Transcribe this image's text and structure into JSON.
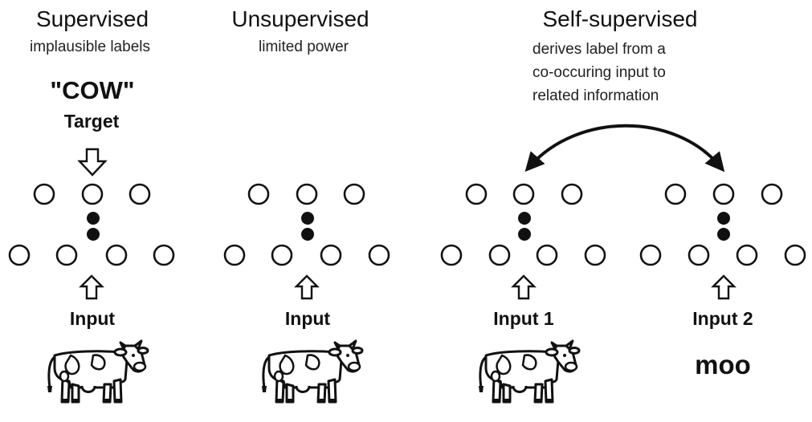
{
  "columns": [
    {
      "title": "Supervised",
      "subtitle": "implausible labels",
      "target_value": "\"COW\"",
      "target_label": "Target",
      "input_label": "Input"
    },
    {
      "title": "Unsupervised",
      "subtitle": "limited power",
      "input_label": "Input"
    },
    {
      "title": "Self-supervised",
      "subtitle_lines": [
        "derives label from a",
        "co-occuring input to",
        "related information"
      ],
      "input1_label": "Input 1",
      "input2_label": "Input 2",
      "input2_text": "moo"
    }
  ],
  "icons": {
    "cow": "cow-icon",
    "up_arrow": "up-arrow-icon",
    "down_arrow": "down-arrow-icon",
    "double_arrow": "double-headed-arrow-icon"
  }
}
